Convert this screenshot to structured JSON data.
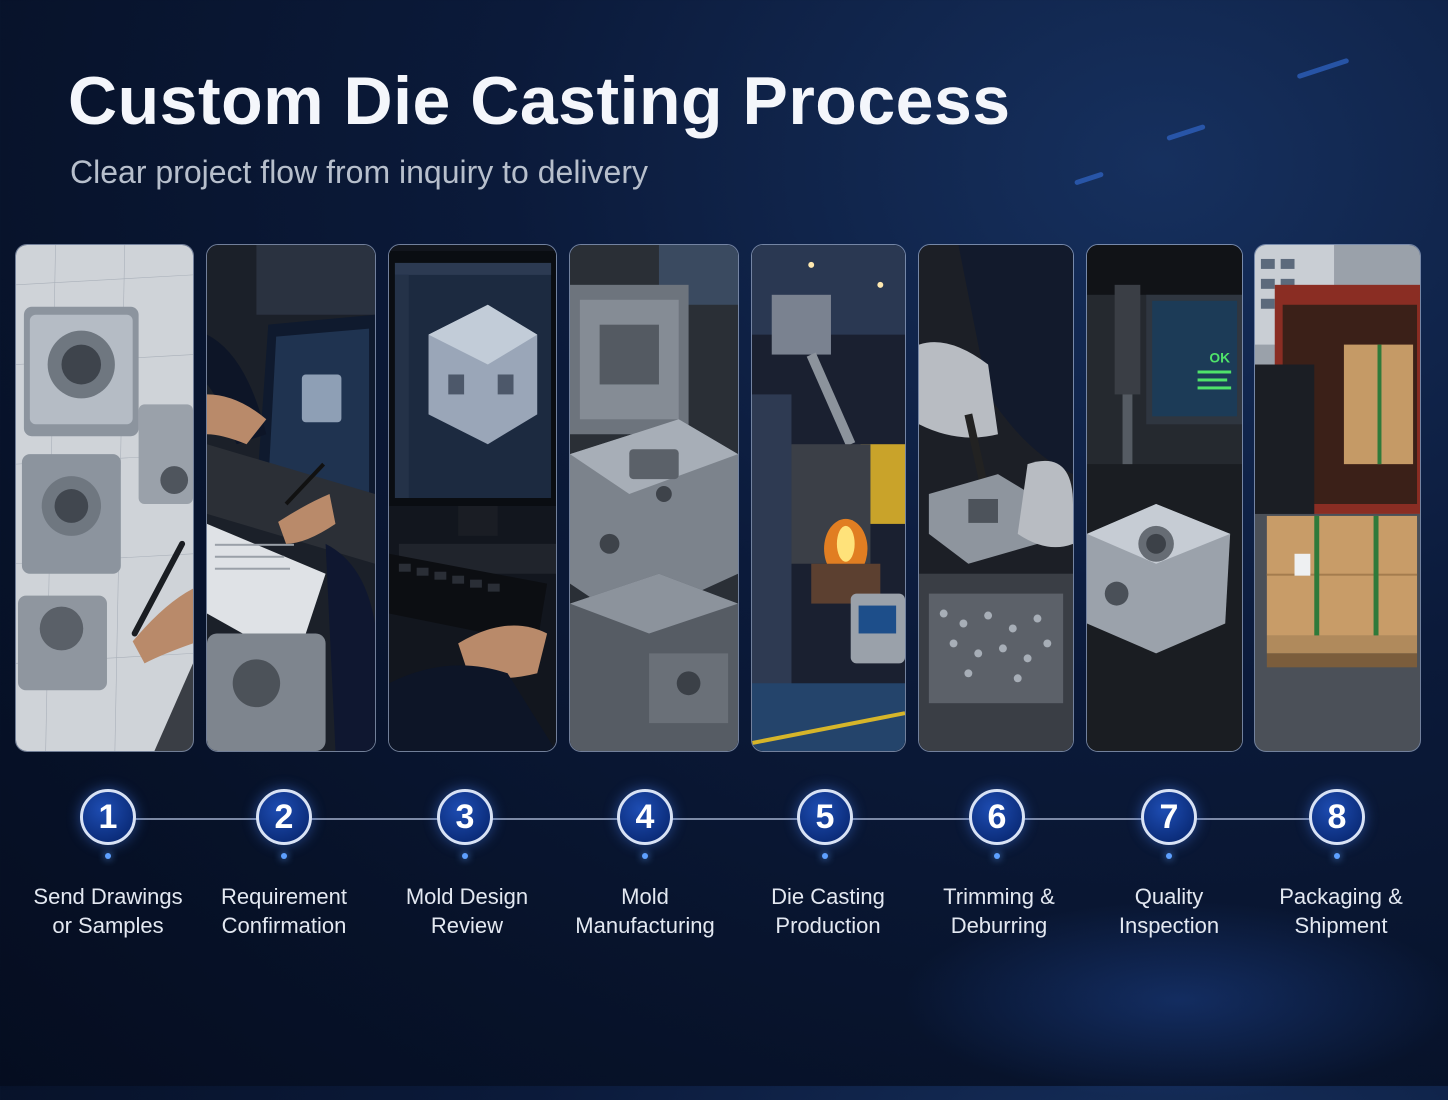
{
  "title": "Custom Die Casting Process",
  "subtitle": "Clear project flow from inquiry to delivery",
  "steps": [
    {
      "number": "1",
      "label": "Send Drawings\nor Samples",
      "image": "drawings-with-castings-photo"
    },
    {
      "number": "2",
      "label": "Requirement\nConfirmation",
      "image": "laptop-review-and-clipboard-photo"
    },
    {
      "number": "3",
      "label": "Mold Design\nReview",
      "image": "cad-monitor-photo"
    },
    {
      "number": "4",
      "label": "Mold\nManufacturing",
      "image": "steel-mold-blocks-photo"
    },
    {
      "number": "5",
      "label": "Die Casting\nProduction",
      "image": "molten-metal-machine-photo"
    },
    {
      "number": "6",
      "label": "Trimming &\nDeburring",
      "image": "gloved-hands-deburring-photo"
    },
    {
      "number": "7",
      "label": "Quality\nInspection",
      "image": "cmm-probe-inspection-photo"
    },
    {
      "number": "8",
      "label": "Packaging &\nShipment",
      "image": "boxes-container-photo"
    }
  ],
  "colors": {
    "accent": "#0b2c79",
    "circle_border": "#d8e2f5",
    "background": "#071229"
  },
  "monitor_text": "OK"
}
